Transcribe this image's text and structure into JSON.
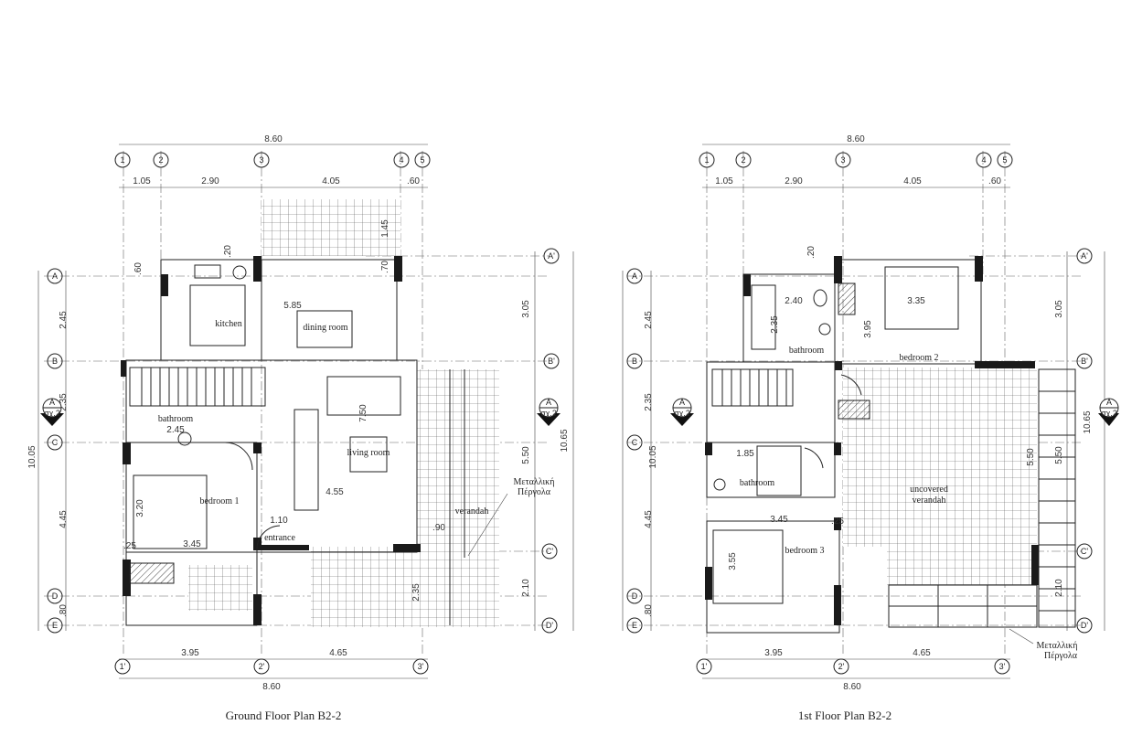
{
  "ground": {
    "caption": "Ground Floor Plan  B2-2",
    "top_total": "8.60",
    "top_dims": [
      "1.05",
      "2.90",
      "4.05",
      ".60"
    ],
    "bottom_dims": [
      "3.95",
      "4.65"
    ],
    "bottom_total": "8.60",
    "left_dims": [
      "2.45",
      "2.35",
      "4.45",
      ".80"
    ],
    "left_total": "10.05",
    "right_dims": [
      "3.05",
      "5.50",
      "2.10"
    ],
    "right_total": "10.65",
    "top_axes": [
      "1",
      "2",
      "3",
      "4",
      "5"
    ],
    "bottom_axes": [
      "1'",
      "2'",
      "3'"
    ],
    "left_axes": [
      "A",
      "B",
      "C",
      "D",
      "E"
    ],
    "right_axes": [
      "A'",
      "B'",
      "C'",
      "D'"
    ],
    "section": "A",
    "section_sheet": "σχ.2",
    "rooms": {
      "kitchen": "kitchen",
      "dining": "dining room",
      "living": "living room",
      "bathroom": "bathroom",
      "bedroom1": "bedroom 1",
      "entrance": "entrance",
      "verandah": "verandah"
    },
    "inner_dims": {
      "d585": "5.85",
      "d750": "7.50",
      "d455": "4.55",
      "d345": "3.45",
      "d320": "3.20",
      "d245": "2.45",
      "d110": "1.10",
      "d145": "1.45",
      "d20": ".20",
      "d90": ".90",
      "d235": "2.35",
      "d25": ".25",
      "d60": ".60",
      "d70": ".70"
    },
    "pergola": [
      "Μεταλλική",
      "Πέργολα"
    ]
  },
  "first": {
    "caption": "1st Floor Plan  B2-2",
    "top_total": "8.60",
    "top_dims": [
      "1.05",
      "2.90",
      "4.05",
      ".60"
    ],
    "bottom_dims": [
      "3.95",
      "4.65"
    ],
    "bottom_total": "8.60",
    "left_dims": [
      "2.45",
      "2.35",
      "4.45",
      ".80"
    ],
    "left_total": "10.05",
    "right_dims": [
      "3.05",
      "5.50",
      "2.10"
    ],
    "right_total": "10.65",
    "top_axes": [
      "1",
      "2",
      "3",
      "4",
      "5"
    ],
    "bottom_axes": [
      "1'",
      "2'",
      "3'"
    ],
    "left_axes": [
      "A",
      "B",
      "C",
      "D",
      "E"
    ],
    "right_axes": [
      "A'",
      "B'",
      "C'",
      "D'"
    ],
    "section": "A",
    "section_sheet": "σχ.2",
    "rooms": {
      "bathroom_top": "bathroom",
      "bedroom2": "bedroom 2",
      "bathroom_mid": "bathroom",
      "verandah1": "uncovered",
      "verandah2": "verandah",
      "bedroom3": "bedroom 3"
    },
    "inner_dims": {
      "d240": "2.40",
      "d335": "3.35",
      "d395": "3.95",
      "d235": "2.35",
      "d185": "1.85",
      "d345": "3.45",
      "d355": "3.55",
      "d550": "5.50",
      "d20": ".20",
      "d25": ".25"
    },
    "pergola": [
      "Μεταλλική",
      "Πέργολα"
    ]
  }
}
